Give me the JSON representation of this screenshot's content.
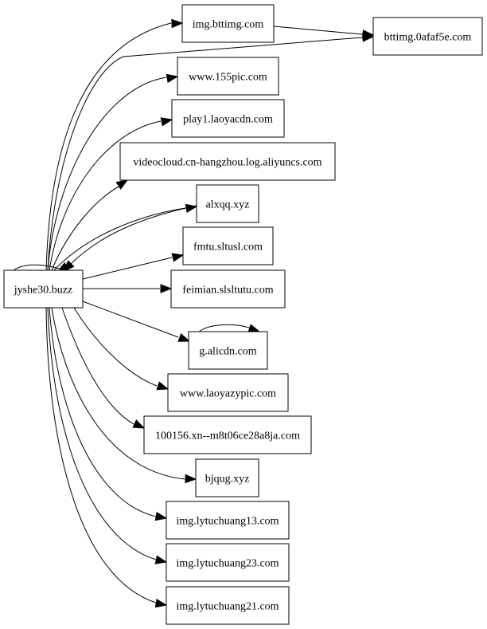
{
  "diagram": {
    "type": "directed-graph",
    "colors": {
      "stroke": "#000000",
      "fill": "#ffffff",
      "text": "#000000"
    },
    "nodes": [
      {
        "id": "jyshe30",
        "label": "jyshe30.buzz"
      },
      {
        "id": "img_bttimg",
        "label": "img.bttimg.com"
      },
      {
        "id": "bttimg_0afaf5e",
        "label": "bttimg.0afaf5e.com"
      },
      {
        "id": "www_155pic",
        "label": "www.155pic.com"
      },
      {
        "id": "play1_laoyacdn",
        "label": "play1.laoyacdn.com"
      },
      {
        "id": "videocloud",
        "label": "videocloud.cn-hangzhou.log.aliyuncs.com"
      },
      {
        "id": "alxqq",
        "label": "alxqq.xyz"
      },
      {
        "id": "fmtu",
        "label": "fmtu.sltusl.com"
      },
      {
        "id": "feimian",
        "label": "feimian.slsltutu.com"
      },
      {
        "id": "g_alicdn",
        "label": "g.alicdn.com"
      },
      {
        "id": "www_laoyazypic",
        "label": "www.laoyazypic.com"
      },
      {
        "id": "n100156",
        "label": "100156.xn--m8t06ce28a8ja.com"
      },
      {
        "id": "bjqug",
        "label": "bjqug.xyz"
      },
      {
        "id": "lytuchuang13",
        "label": "img.lytuchuang13.com"
      },
      {
        "id": "lytuchuang23",
        "label": "img.lytuchuang23.com"
      },
      {
        "id": "lytuchuang21",
        "label": "img.lytuchuang21.com"
      }
    ],
    "edges": [
      {
        "from": "jyshe30",
        "to": "jyshe30"
      },
      {
        "from": "jyshe30",
        "to": "img_bttimg"
      },
      {
        "from": "img_bttimg",
        "to": "bttimg_0afaf5e"
      },
      {
        "from": "jyshe30",
        "to": "bttimg_0afaf5e"
      },
      {
        "from": "jyshe30",
        "to": "www_155pic"
      },
      {
        "from": "jyshe30",
        "to": "play1_laoyacdn"
      },
      {
        "from": "jyshe30",
        "to": "videocloud"
      },
      {
        "from": "jyshe30",
        "to": "alxqq"
      },
      {
        "from": "alxqq",
        "to": "jyshe30"
      },
      {
        "from": "jyshe30",
        "to": "fmtu"
      },
      {
        "from": "jyshe30",
        "to": "feimian"
      },
      {
        "from": "jyshe30",
        "to": "g_alicdn"
      },
      {
        "from": "g_alicdn",
        "to": "g_alicdn"
      },
      {
        "from": "jyshe30",
        "to": "www_laoyazypic"
      },
      {
        "from": "jyshe30",
        "to": "n100156"
      },
      {
        "from": "jyshe30",
        "to": "bjqug"
      },
      {
        "from": "jyshe30",
        "to": "lytuchuang13"
      },
      {
        "from": "jyshe30",
        "to": "lytuchuang23"
      },
      {
        "from": "jyshe30",
        "to": "lytuchuang21"
      }
    ]
  }
}
